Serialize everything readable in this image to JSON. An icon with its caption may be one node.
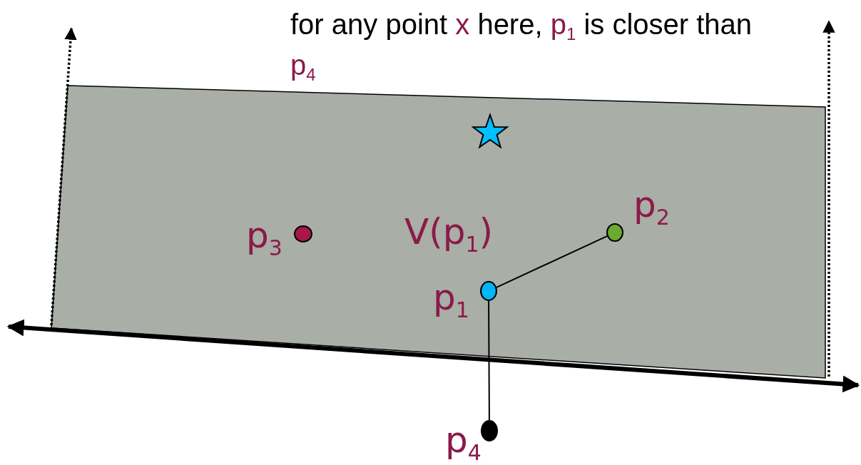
{
  "diagram": {
    "nodes": [
      {
        "text": [
          "V(p$_{1}$)"
        ]
      },
      {
        "text": [],
        "shape": "circle",
        "in": 0,
        "beside": [
          "p$_{3}$"
        ]
      },
      {
        "text": [],
        "shape": "circle",
        "in": 0,
        "beside": [
          "p$_{2}$"
        ]
      },
      {
        "text": [],
        "shape": "circle",
        "in": 0,
        "beside": [
          "p$_{1}$"
        ]
      },
      {
        "text": [],
        "shape": "circle",
        "beside": [
          "p$_{4}$"
        ]
      }
    ],
    "edges": [
      {
        "from": 3,
        "to": 2,
        "arrow": "none"
      },
      {
        "from": 3,
        "to": 4,
        "arrow": "none"
      }
    ],
    "labels": [
      "for any point x here, p$_{1}$ is closer than p$_{4}$"
    ]
  }
}
